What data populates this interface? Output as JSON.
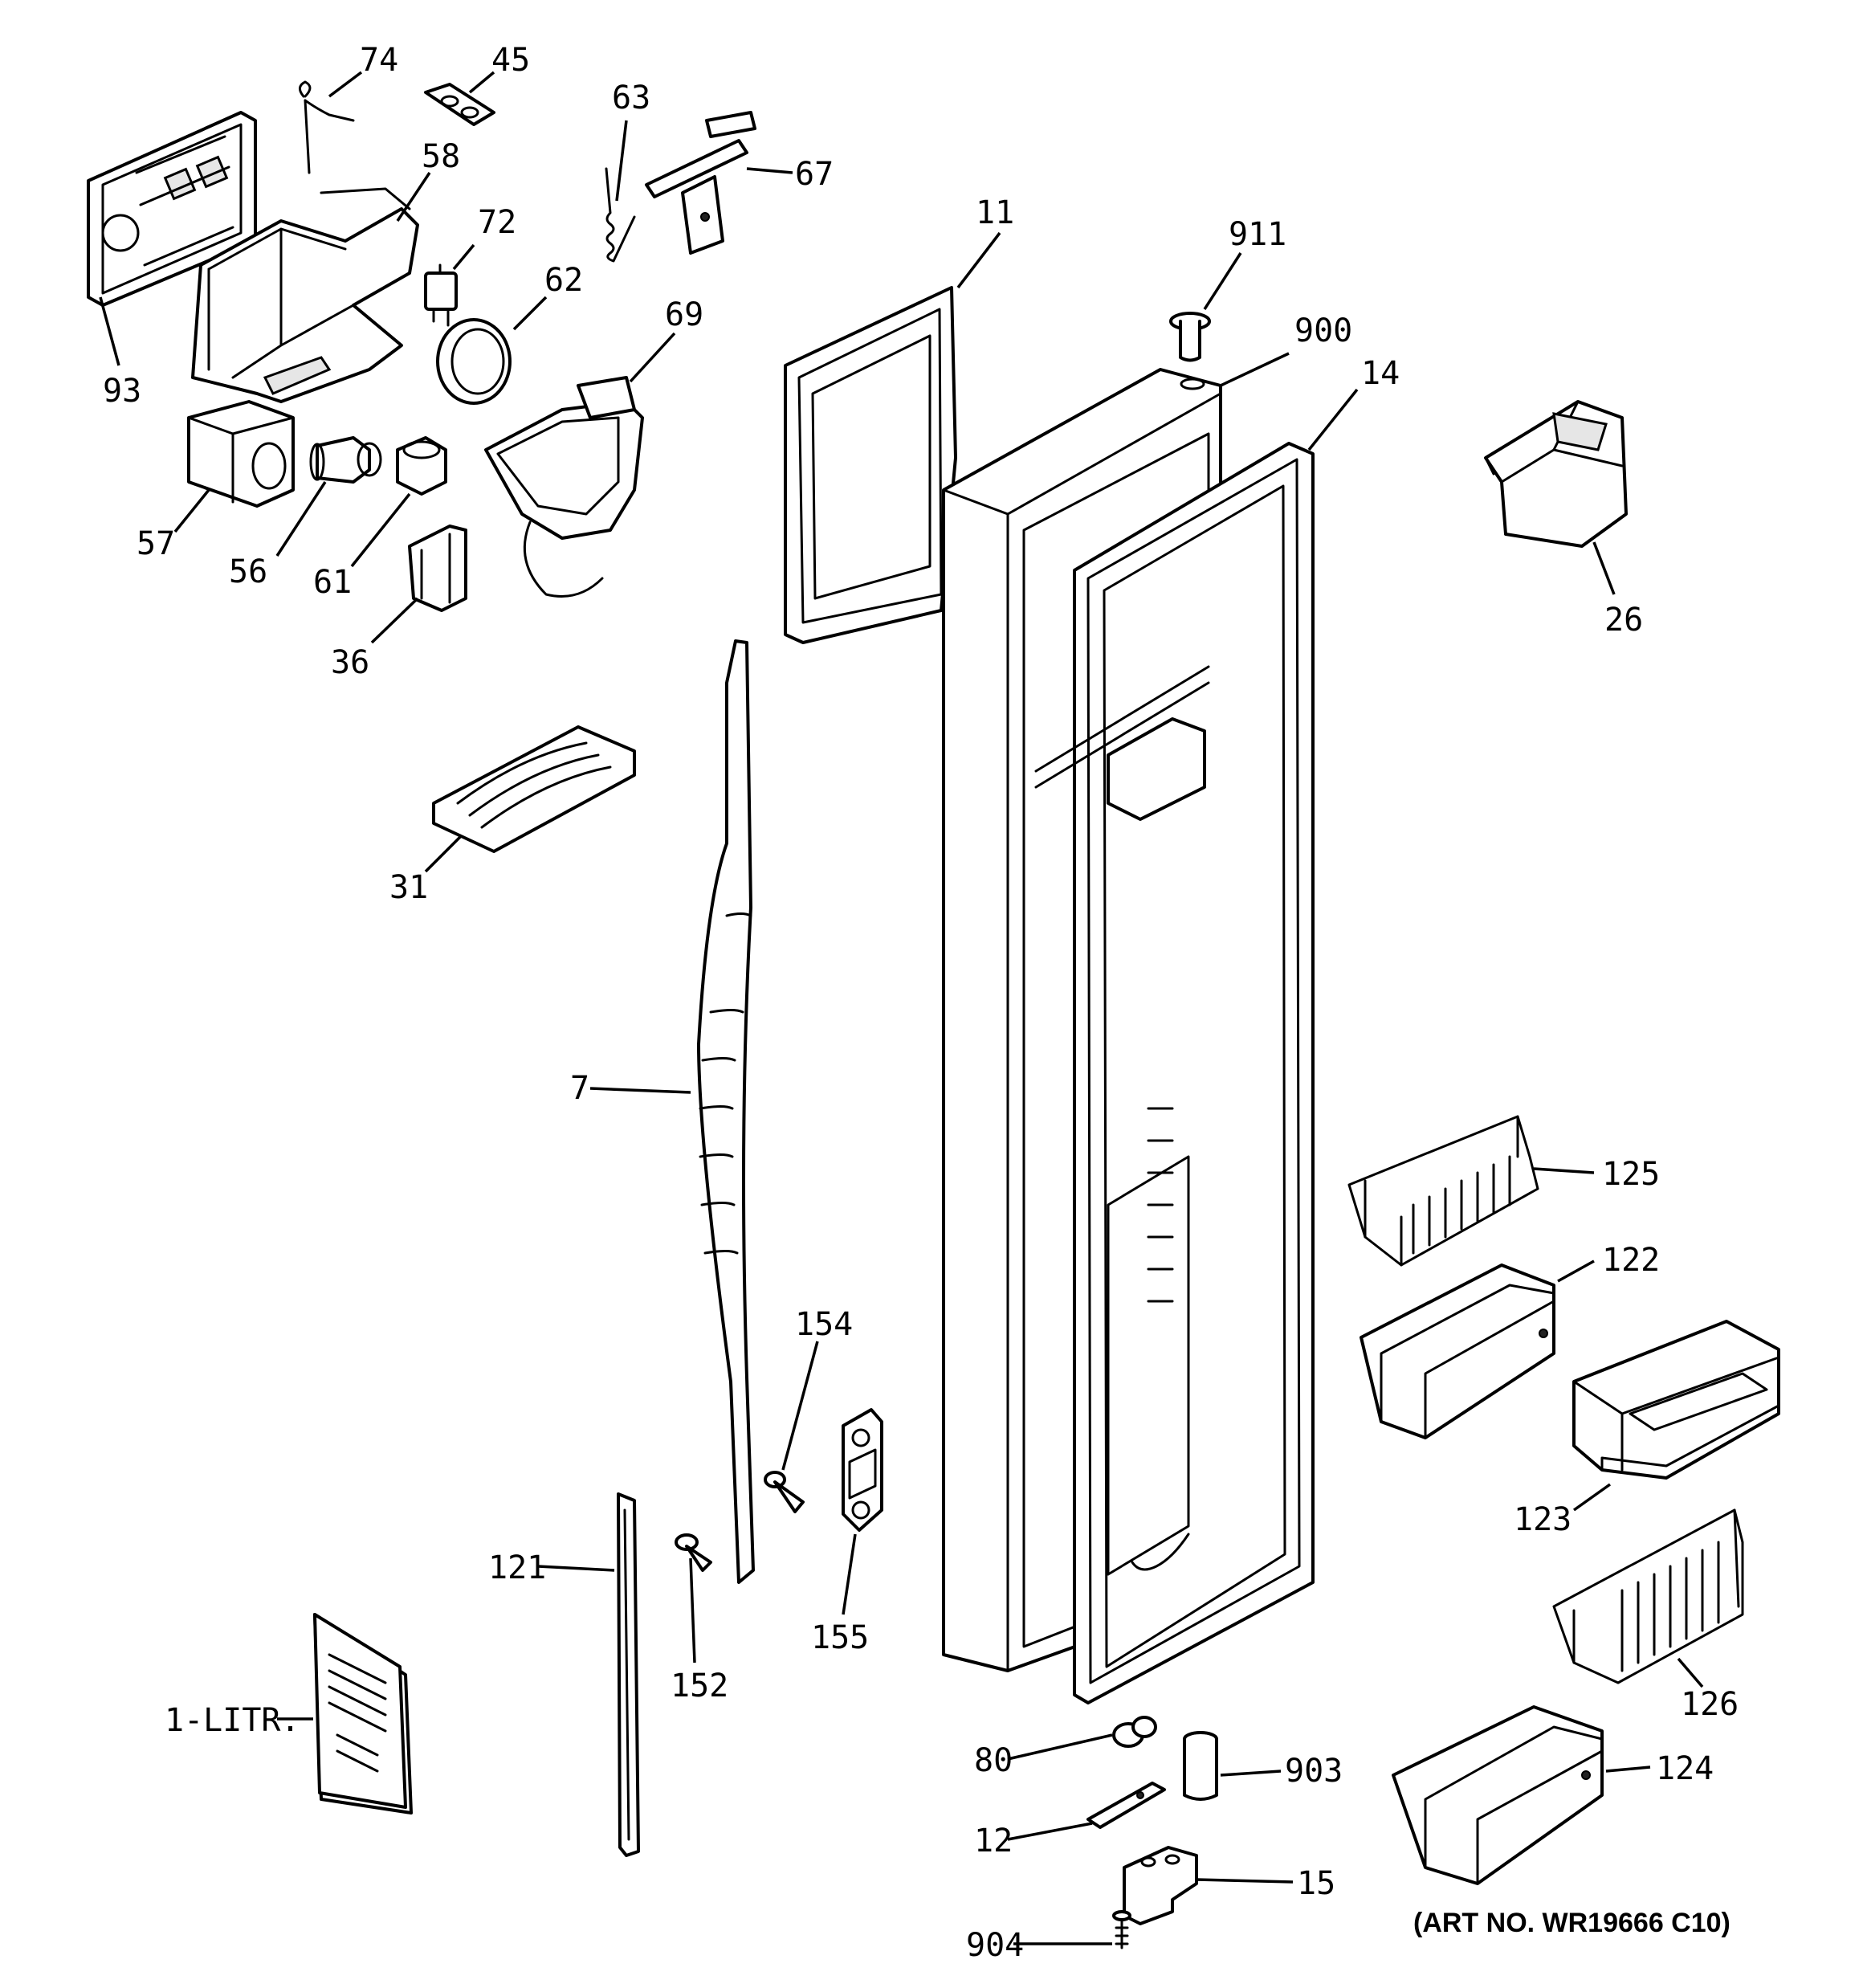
{
  "diagram": {
    "art_number": "(ART NO. WR19666 C10)",
    "callouts": [
      {
        "id": "74",
        "label": "74"
      },
      {
        "id": "45",
        "label": "45"
      },
      {
        "id": "63",
        "label": "63"
      },
      {
        "id": "67",
        "label": "67"
      },
      {
        "id": "58",
        "label": "58"
      },
      {
        "id": "72",
        "label": "72"
      },
      {
        "id": "62",
        "label": "62"
      },
      {
        "id": "69",
        "label": "69"
      },
      {
        "id": "93",
        "label": "93"
      },
      {
        "id": "57",
        "label": "57"
      },
      {
        "id": "56",
        "label": "56"
      },
      {
        "id": "61",
        "label": "61"
      },
      {
        "id": "36",
        "label": "36"
      },
      {
        "id": "11",
        "label": "11"
      },
      {
        "id": "911",
        "label": "911"
      },
      {
        "id": "900",
        "label": "900"
      },
      {
        "id": "14",
        "label": "14"
      },
      {
        "id": "26",
        "label": "26"
      },
      {
        "id": "31",
        "label": "31"
      },
      {
        "id": "7",
        "label": "7"
      },
      {
        "id": "125",
        "label": "125"
      },
      {
        "id": "122",
        "label": "122"
      },
      {
        "id": "154",
        "label": "154"
      },
      {
        "id": "123",
        "label": "123"
      },
      {
        "id": "121",
        "label": "121"
      },
      {
        "id": "155",
        "label": "155"
      },
      {
        "id": "152",
        "label": "152"
      },
      {
        "id": "126",
        "label": "126"
      },
      {
        "id": "1-LITR",
        "label": "1-LITR."
      },
      {
        "id": "80",
        "label": "80"
      },
      {
        "id": "903",
        "label": "903"
      },
      {
        "id": "124",
        "label": "124"
      },
      {
        "id": "12",
        "label": "12"
      },
      {
        "id": "15",
        "label": "15"
      },
      {
        "id": "904",
        "label": "904"
      }
    ]
  }
}
